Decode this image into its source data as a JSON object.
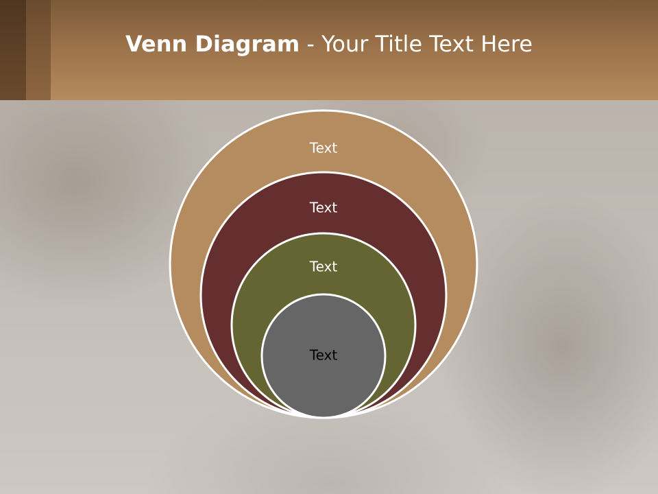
{
  "slide": {
    "title_bold": "Venn Diagram",
    "title_rest": " - Your Title Text Here"
  },
  "diagram": {
    "rings": [
      {
        "label": "Text",
        "color": "#b58c60",
        "text_color": "#ffffff"
      },
      {
        "label": "Text",
        "color": "#652f30",
        "text_color": "#ffffff"
      },
      {
        "label": "Text",
        "color": "#656533",
        "text_color": "#ffffff"
      },
      {
        "label": "Text",
        "color": "#666666",
        "text_color": "#000000"
      }
    ],
    "outline_color": "#ffffff"
  }
}
